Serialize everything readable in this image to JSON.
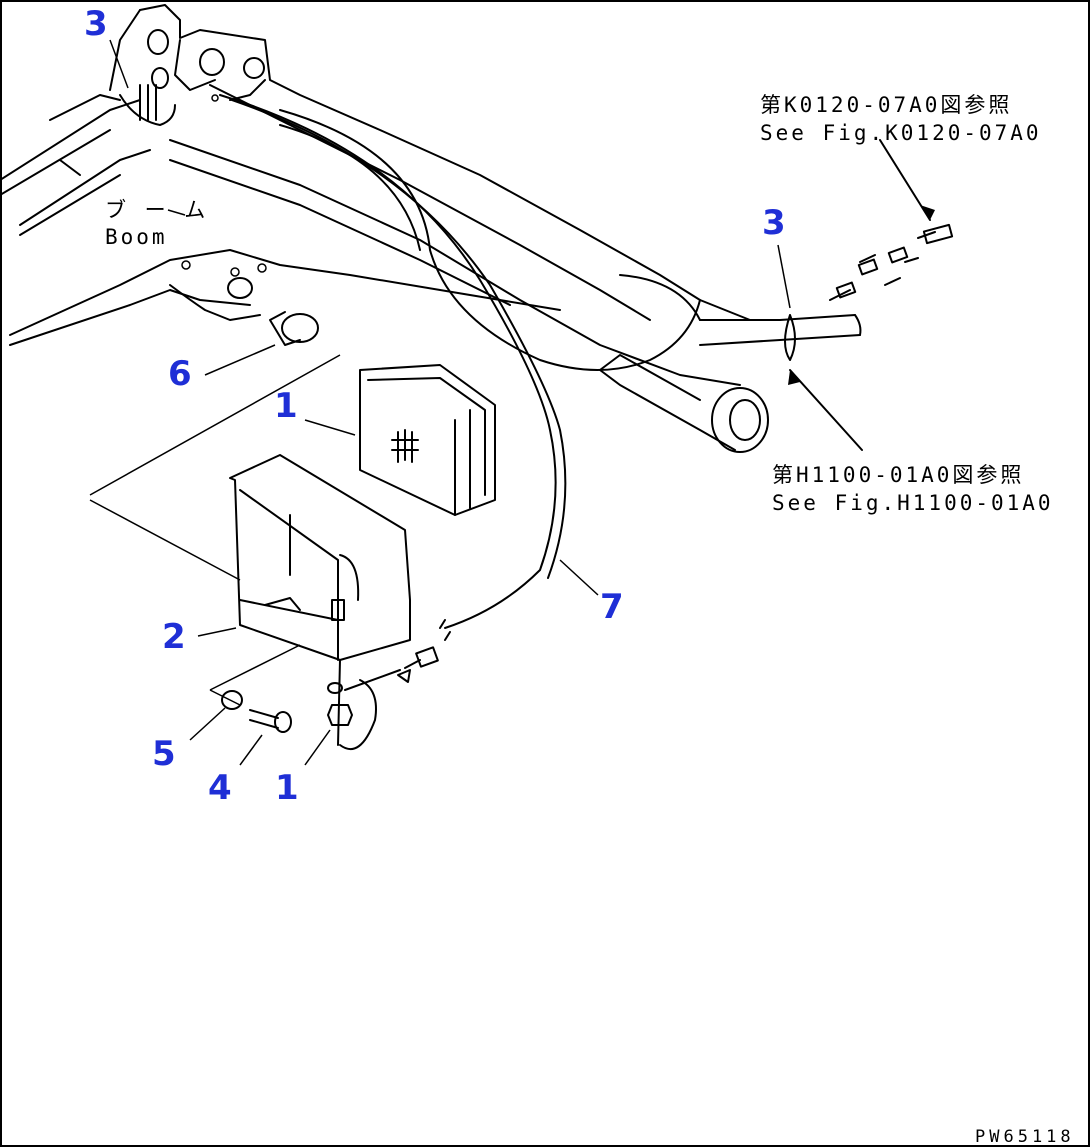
{
  "drawing": {
    "callouts": [
      {
        "id": "c3a",
        "text": "3"
      },
      {
        "id": "c3b",
        "text": "3"
      },
      {
        "id": "c6",
        "text": "6"
      },
      {
        "id": "c1a",
        "text": "1"
      },
      {
        "id": "c2",
        "text": "2"
      },
      {
        "id": "c7",
        "text": "7"
      },
      {
        "id": "c5",
        "text": "5"
      },
      {
        "id": "c4",
        "text": "4"
      },
      {
        "id": "c1b",
        "text": "1"
      }
    ],
    "boom_label_jp": "ブ ー ム",
    "boom_label_en": "Boom",
    "ref_top_jp": "第K0120-07A0図参照",
    "ref_top_en": "See Fig.K0120-07A0",
    "ref_bottom_jp": "第H1100-01A0図参照",
    "ref_bottom_en": "See Fig.H1100-01A0",
    "figure_code": "PW65118",
    "callout_color": "#1f2fd6"
  }
}
